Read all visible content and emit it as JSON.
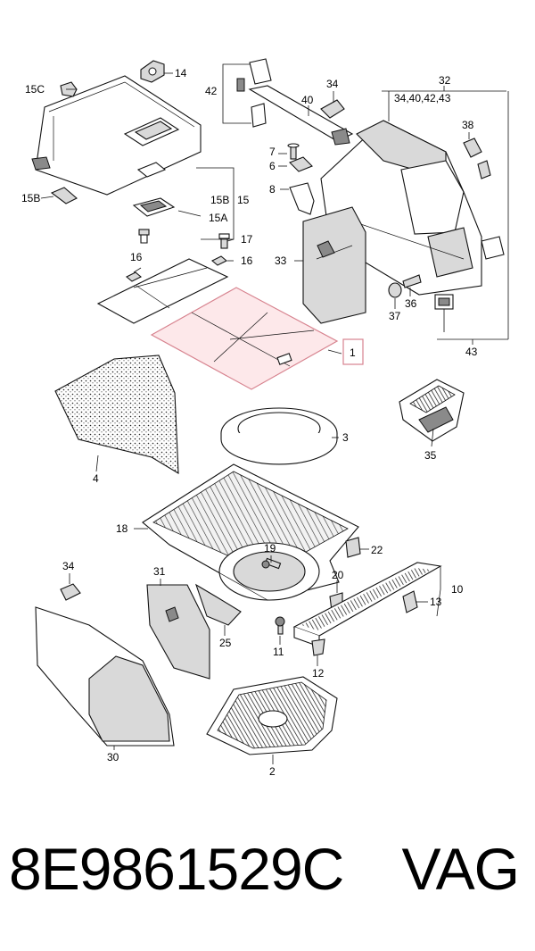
{
  "footer": {
    "part_number": "8E9861529C",
    "brand": "VAG"
  },
  "callouts": {
    "c1": "1",
    "c2": "2",
    "c3": "3",
    "c4": "4",
    "c6": "6",
    "c7": "7",
    "c8": "8",
    "c10": "10",
    "c11": "11",
    "c12": "12",
    "c13": "13",
    "c14": "14",
    "c15": "15",
    "c15a": "15A",
    "c15b": "15B",
    "c15b2": "15B",
    "c15c": "15C",
    "c16a": "16",
    "c16b": "16",
    "c17": "17",
    "c18": "18",
    "c19": "19",
    "c20": "20",
    "c22": "22",
    "c25": "25",
    "c30": "30",
    "c31": "31",
    "c32": "32",
    "c32sub": "34,40,42,43",
    "c33": "33",
    "c34a": "34",
    "c34b": "34",
    "c35": "35",
    "c36": "36",
    "c37": "37",
    "c38": "38",
    "c40": "40",
    "c42": "42",
    "c43": "43"
  },
  "colors": {
    "highlight_fill": "#fde8ea",
    "highlight_stroke": "#d7838f"
  }
}
